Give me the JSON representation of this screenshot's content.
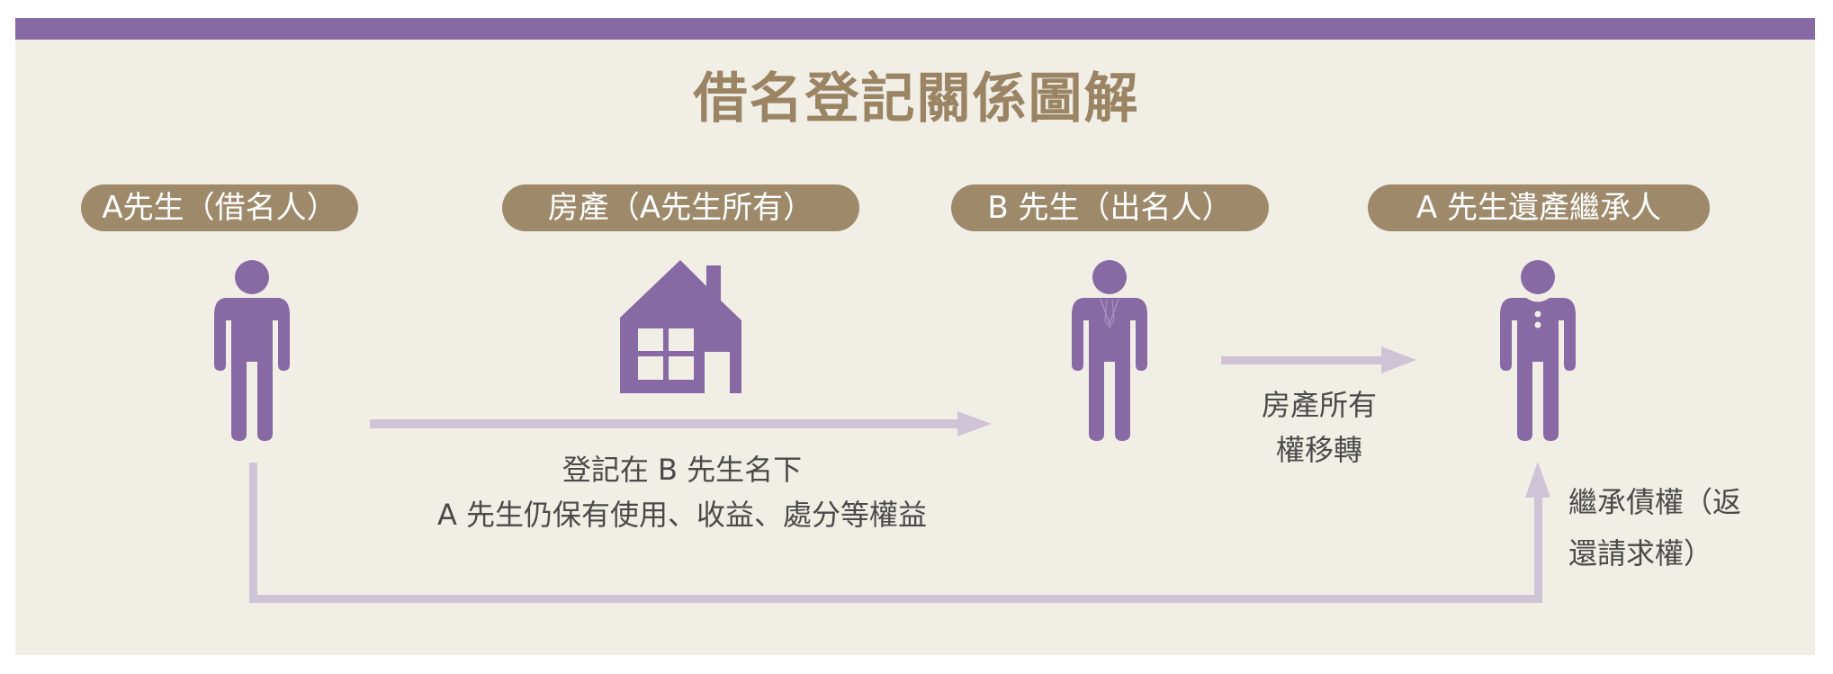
{
  "title": "借名登記關係圖解",
  "colors": {
    "accent_purple": "#8769a3",
    "arrow_lavender": "#cfc4d6",
    "pill_brown": "#9e8a6a",
    "title_brown": "#9a8464",
    "background": "#f1eee6",
    "caption_text": "#4a4a4a"
  },
  "nodes": [
    {
      "id": "a",
      "label": "A先生（借名人）",
      "icon": "person-icon"
    },
    {
      "id": "property",
      "label": "房產（A先生所有）",
      "icon": "house-icon"
    },
    {
      "id": "b",
      "label": "B 先生（出名人）",
      "icon": "person-suit-icon"
    },
    {
      "id": "heir",
      "label": "A 先生遺產繼承人",
      "icon": "person-buttons-icon"
    }
  ],
  "edges": [
    {
      "from": "a",
      "to": "b",
      "lines": [
        "登記在 B 先生名下",
        "A 先生仍保有使用、收益、處分等權益"
      ]
    },
    {
      "from": "b",
      "to": "heir",
      "lines": [
        "房產所有",
        "權移轉"
      ]
    },
    {
      "from": "a",
      "to": "heir",
      "lines": [
        "繼承債權（返",
        "還請求權）"
      ]
    }
  ]
}
